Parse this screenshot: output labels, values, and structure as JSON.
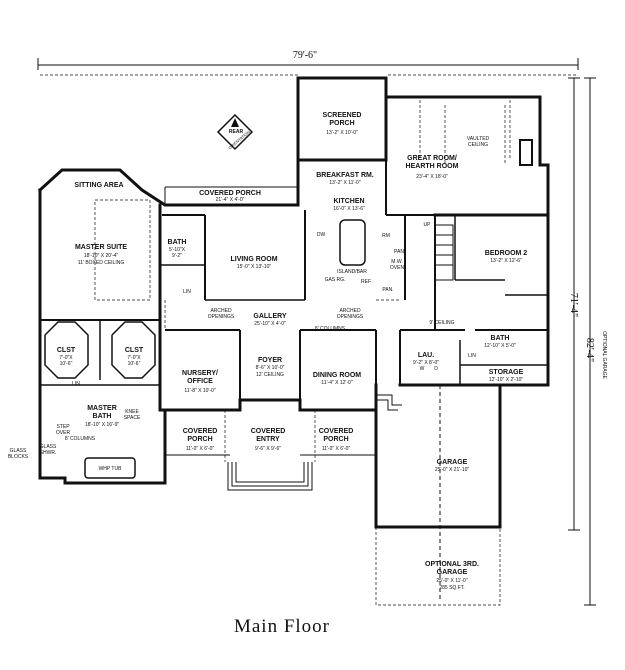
{
  "caption": "Main Floor",
  "dimensions": {
    "width_top": "79'-6\"",
    "depth_right_inner": "71'-4\"",
    "depth_right_outer": "82'-4\"",
    "depth_right_outer_note": "OPTIONAL GARAGE"
  },
  "orientation": {
    "line1": "REAR",
    "line2": "ORIENTATION"
  },
  "rooms": {
    "screened_porch": {
      "name": "SCREENED\nPORCH",
      "size": "13'-2\" X 10'-0\""
    },
    "great_room": {
      "name": "GREAT ROOM/\nHEARTH ROOM",
      "size": "23'-4\" X 18'-0\""
    },
    "vaulted": {
      "name": "VAULTED\nCEILING"
    },
    "breakfast": {
      "name": "BREAKFAST RM.",
      "size": "13'-2\" X 11'-0\""
    },
    "kitchen": {
      "name": "KITCHEN",
      "size": "16'-0\" X 13'-6\""
    },
    "sitting_area": {
      "name": "SITTING AREA"
    },
    "covered_porch_rear": {
      "name": "COVERED PORCH",
      "size": "21'-4\" X 4'-0\""
    },
    "master_suite": {
      "name": "MASTER SUITE",
      "size": "18'-10\" X 20'-4\"",
      "note": "11' BOXED CEILING"
    },
    "bath1": {
      "name": "BATH",
      "size": "5'-10\"X\n9'-2\""
    },
    "living_room": {
      "name": "LIVING ROOM",
      "size": "15'-0\" X 13'-10\""
    },
    "bedroom2": {
      "name": "BEDROOM 2",
      "size": "13'-2\" X 12'-6\""
    },
    "gallery": {
      "name": "GALLERY",
      "size": "25'-10\" X 4'-0\""
    },
    "clst_left": {
      "name": "CLST",
      "size": "7'-0\"X\n10'-6\""
    },
    "clst_right": {
      "name": "CLST",
      "size": "7'-0\"X\n10'-6\""
    },
    "nursery": {
      "name": "NURSERY/\nOFFICE",
      "size": "11'-8\" X 10'-0\""
    },
    "foyer": {
      "name": "FOYER",
      "size": "8'-6\" X 10'-0\"",
      "note": "12' CEILING"
    },
    "dining": {
      "name": "DINING ROOM",
      "size": "11'-4\" X 12'-0\""
    },
    "laundry": {
      "name": "LAU.",
      "size": "9'-2\" X 8'-0\""
    },
    "bath2": {
      "name": "BATH",
      "size": "12'-10\" X 5'-0\""
    },
    "storage": {
      "name": "STORAGE",
      "size": "12'-10\" X 2'-10\""
    },
    "master_bath": {
      "name": "MASTER\nBATH",
      "size": "18'-10\" X 16'-9\""
    },
    "covered_porch_l": {
      "name": "COVERED\nPORCH",
      "size": "11'-0\" X 6'-0\""
    },
    "covered_entry": {
      "name": "COVERED\nENTRY",
      "size": "9'-6\" X 9'-6\""
    },
    "covered_porch_r": {
      "name": "COVERED\nPORCH",
      "size": "11'-0\" X 6'-0\""
    },
    "garage": {
      "name": "GARAGE",
      "size": "25'-0\" X 21'-10\""
    },
    "opt_garage": {
      "name": "OPTIONAL 3RD.\nGARAGE",
      "size": "25'-0\" X 11'-0\"",
      "note": "285 SQ.FT."
    }
  },
  "labels": {
    "lin1": "LIN",
    "lin2": "LIN",
    "lin3": "LIN",
    "dw": "DW",
    "rm": "RM",
    "pan": "PAN",
    "mw_oven": "M.W.\nOVEN",
    "island_bar": "ISLAND/BAR",
    "gas_rg": "GAS RG.",
    "ref": "REF",
    "pan2": "PAN.",
    "up": "UP",
    "arched_l": "ARCHED\nOPENINGS",
    "arched_r": "ARCHED\nOPENINGS",
    "columns_gallery": "8' COLUMNS",
    "ceiling_9": "9' CEILING",
    "columns_bath": "8' COLUMNS",
    "step_over": "STEP\nOVER",
    "knee_space": "KNEE\nSPACE",
    "glass_blocks": "GLASS\nBLOCKS",
    "glass_shwr": "GLASS\nSHWR.",
    "whp_tub": "WHP TUB",
    "w": "W",
    "d": "D"
  }
}
